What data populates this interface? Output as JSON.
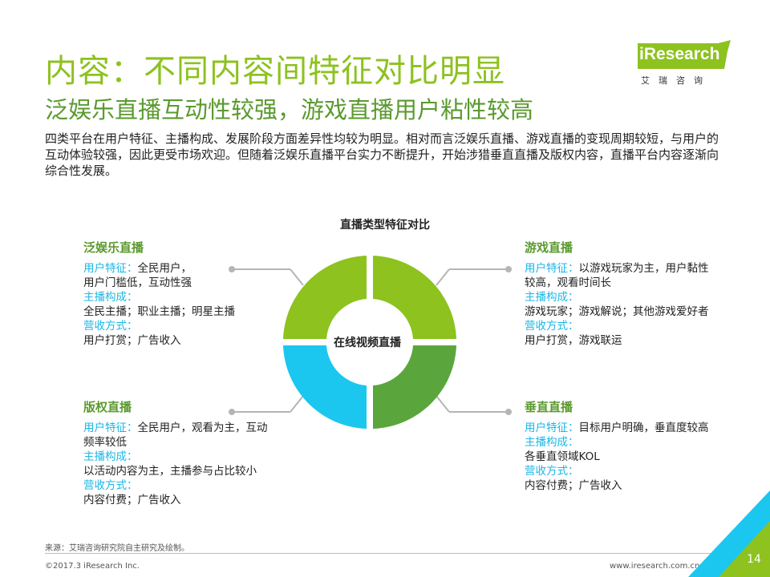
{
  "header": {
    "title": "内容：不同内容间特征对比明显",
    "subtitle": "泛娱乐直播互动性较强，游戏直播用户粘性较高",
    "intro": "四类平台在用户特征、主播构成、发展阶段方面差异性均较为明显。相对而言泛娱乐直播、游戏直播的变现周期较短，与用户的互动体验较强，因此更受市场欢迎。但随着泛娱乐直播平台实力不断提升，开始涉猎垂直直播及版权内容，直播平台内容逐渐向综合性发展。"
  },
  "logo": {
    "text": "iResearch",
    "sub": "艾瑞咨询"
  },
  "diagram": {
    "title": "直播类型特征对比",
    "center": "在线视频直播",
    "colors": {
      "tl": "#8dc21f",
      "tr": "#8dc21f",
      "bl": "#1bc7ef",
      "br": "#5aa63c",
      "connector": "#b5b5b5"
    },
    "labels": {
      "users": "用户特征：",
      "anchors": "主播构成：",
      "revenue": "营收方式："
    },
    "panels": [
      {
        "name": "泛娱乐直播",
        "users": "全民用户，",
        "users2": "用户门槛低，互动性强",
        "anchors": "全民主播；职业主播；明星主播",
        "revenue": "用户打赏；广告收入"
      },
      {
        "name": "游戏直播",
        "users": "以游戏玩家为主，用户黏性较高，观看时间长",
        "anchors": "游戏玩家；游戏解说；其他游戏爱好者",
        "revenue": "用户打赏，游戏联运"
      },
      {
        "name": "版权直播",
        "users": "全民用户，观看为主，互动频率较低",
        "anchors": "以活动内容为主，主播参与占比较小",
        "revenue": "内容付费；广告收入"
      },
      {
        "name": "垂直直播",
        "users": "目标用户明确，垂直度较高",
        "anchors": "各垂直领域KOL",
        "revenue": "内容付费；广告收入"
      }
    ]
  },
  "footer": {
    "source": "来源：艾瑞咨询研究院自主研究及绘制。",
    "copyright": "©2017.3 iResearch Inc.",
    "site": "www.iresearch.com.cn",
    "page": "14"
  }
}
